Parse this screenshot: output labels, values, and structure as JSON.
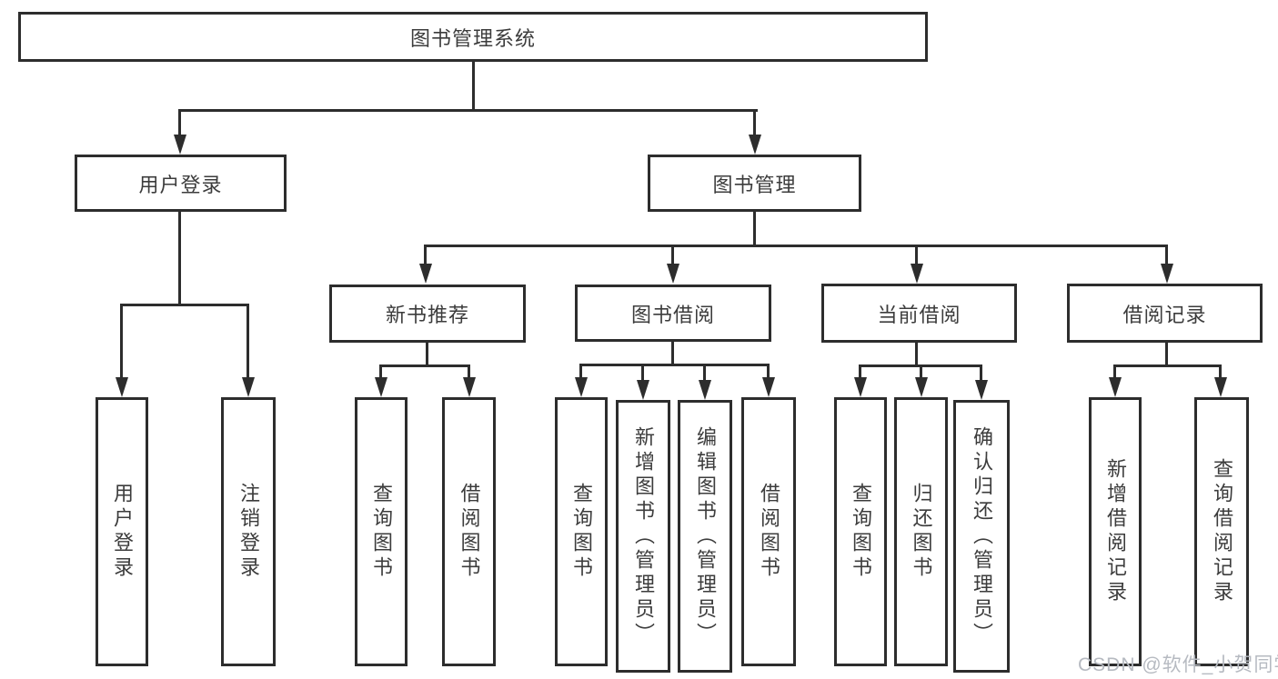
{
  "nodes": {
    "root": "图书管理系统",
    "user_login": {
      "label": "用户登录",
      "children": [
        "用户登录",
        "注销登录"
      ]
    },
    "book_management": {
      "label": "图书管理",
      "new_book_recommend": {
        "label": "新书推荐",
        "children": [
          "查询图书",
          "借阅图书"
        ]
      },
      "book_borrow": {
        "label": "图书借阅",
        "children": [
          "查询图书",
          "新增图书（管理员）",
          "编辑图书（管理员）",
          "借阅图书"
        ]
      },
      "current_borrow": {
        "label": "当前借阅",
        "children": [
          "查询图书",
          "归还图书",
          "确认归还（管理员）"
        ]
      },
      "borrow_records": {
        "label": "借阅记录",
        "children": [
          "新增借阅记录",
          "查询借阅记录"
        ]
      }
    },
    "watermark": "CSDN @软件_小贺同学",
    "colors": {
      "line": "#2d2d2d",
      "text": "#3c3c3c",
      "watermark": "#b6bac1",
      "background": "#ffffff"
    }
  }
}
